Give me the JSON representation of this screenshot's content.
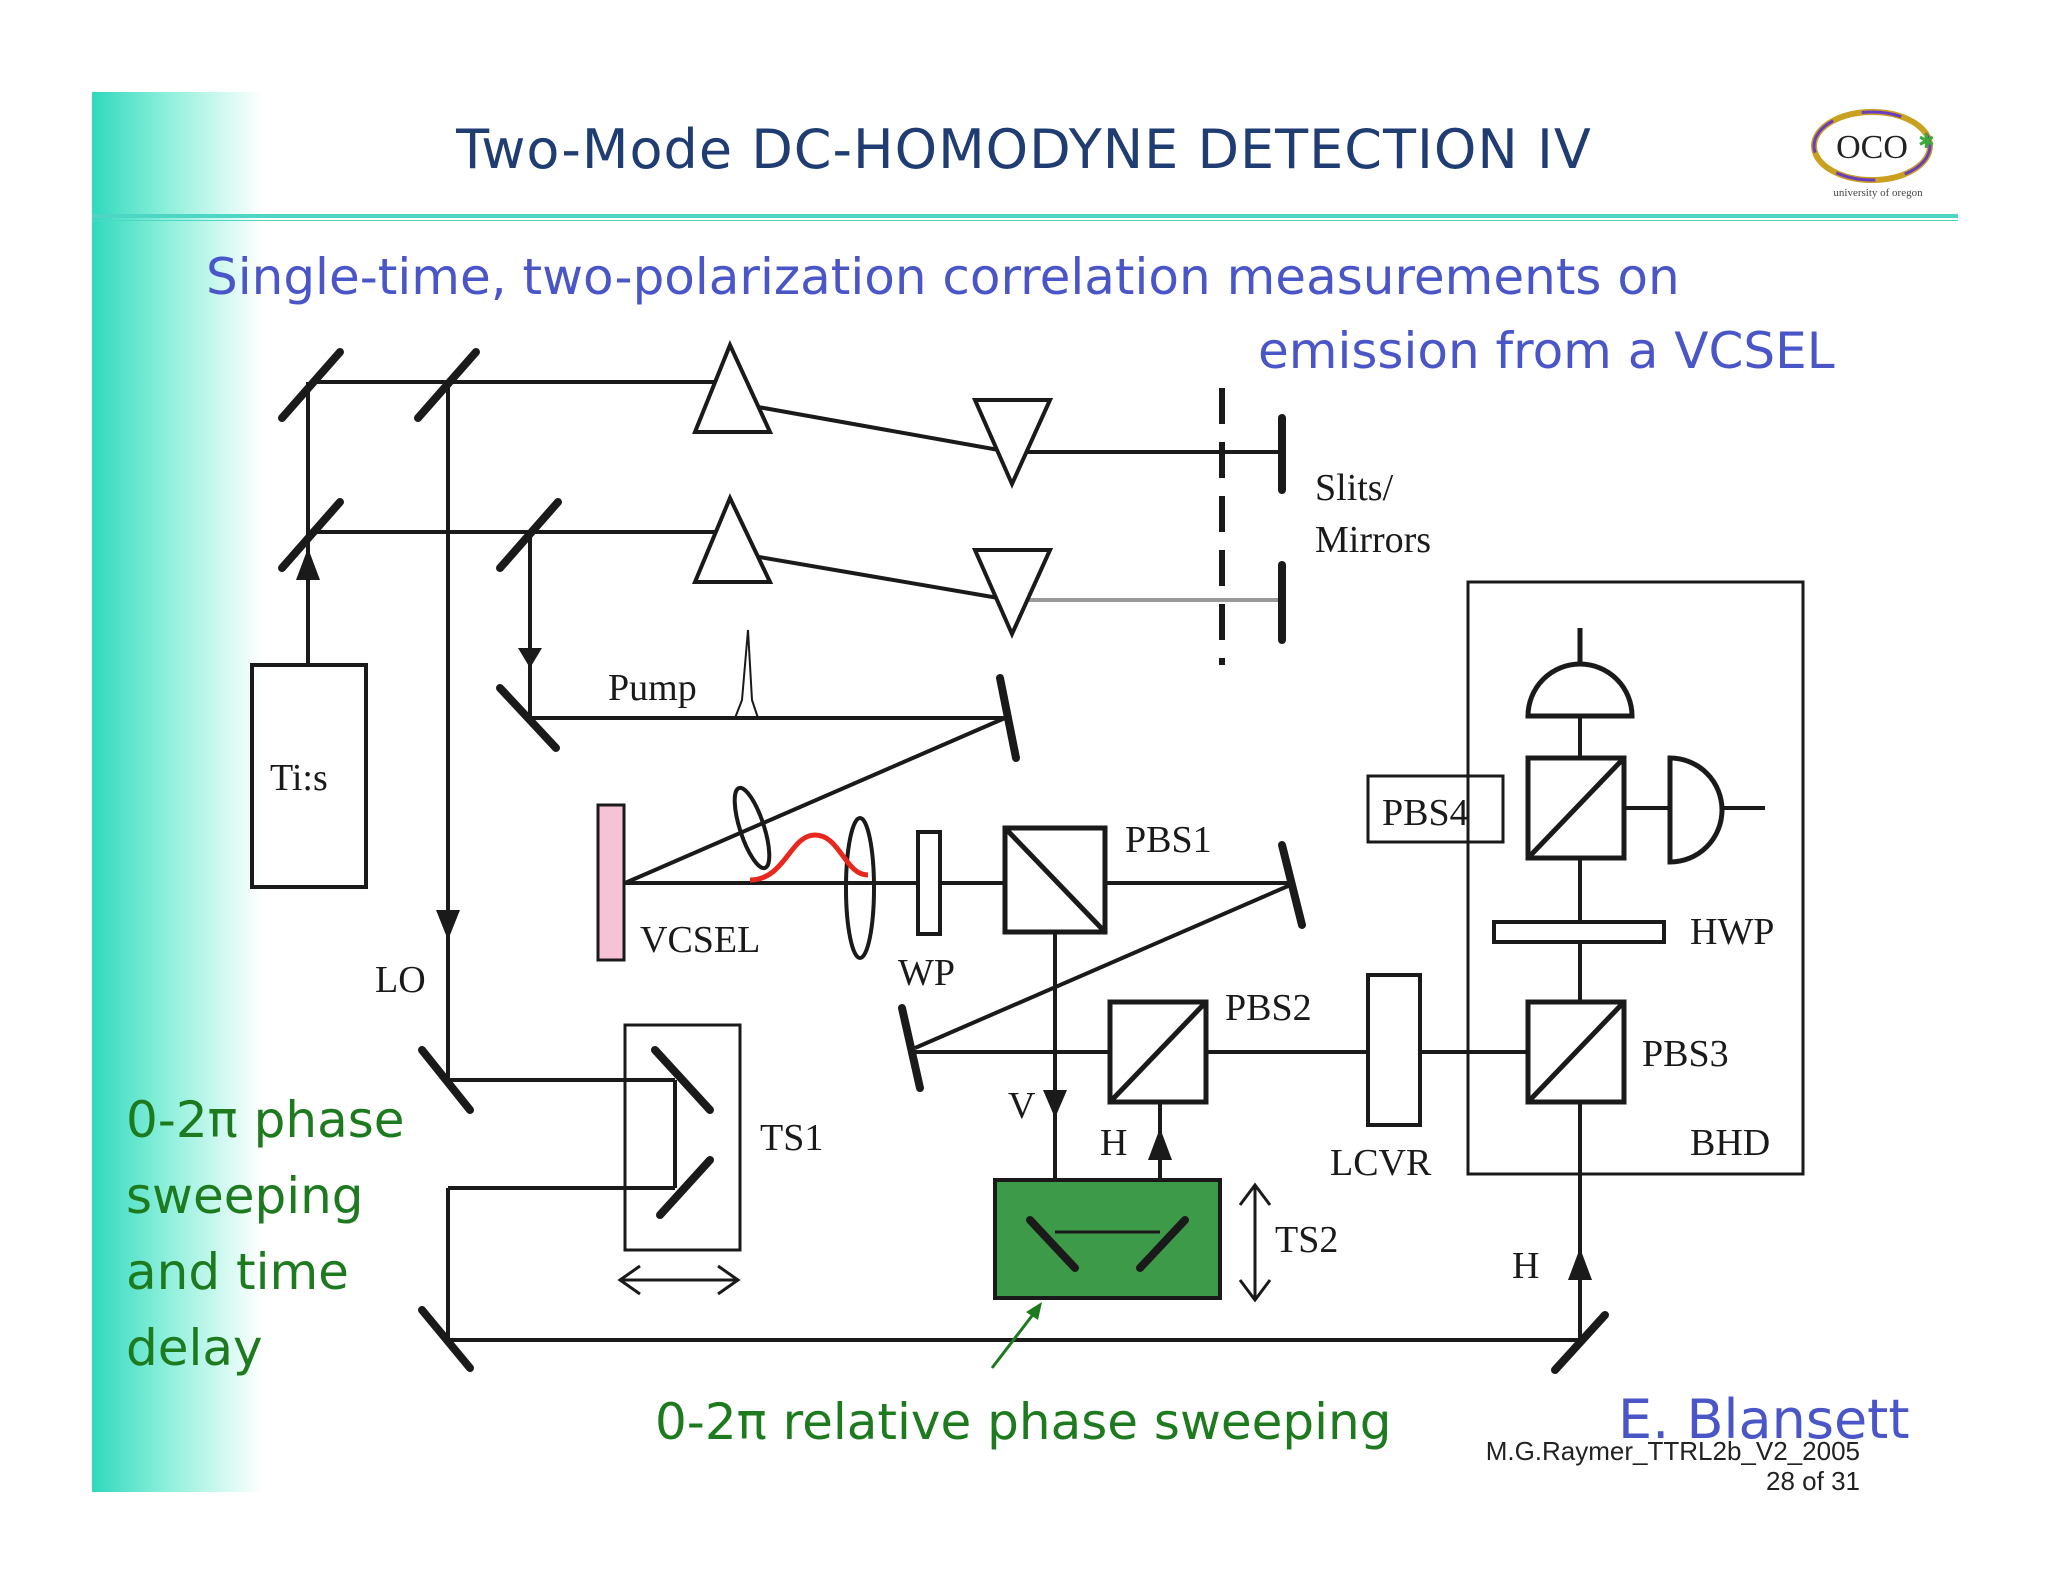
{
  "header": {
    "title": "Two-Mode DC-HOMODYNE DETECTION IV",
    "logo_text": "OCO",
    "logo_subtext": "university of oregon"
  },
  "subtitle": {
    "line1": "Single-time, two-polarization correlation measurements on",
    "line2": "emission from a VCSEL"
  },
  "diagram": {
    "labels": {
      "slits": "Slits/",
      "mirrors": "Mirrors",
      "pump": "Pump",
      "tis": "Ti:s",
      "vcsel": "VCSEL",
      "wp": "WP",
      "pbs1": "PBS1",
      "pbs2": "PBS2",
      "pbs3": "PBS3",
      "pbs4": "PBS4",
      "hwp": "HWP",
      "lo": "LO",
      "ts1": "TS1",
      "ts2": "TS2",
      "lcvr": "LCVR",
      "bhd": "BHD",
      "v": "V",
      "h_top": "H",
      "h_bottom": "H"
    },
    "colors": {
      "line": "#1a1a1a",
      "vcsel_fill": "#f5c2d6",
      "pulse": "#e8281e",
      "ts2_fill": "#3c9a48"
    }
  },
  "notes": {
    "phase_sweep_lines": [
      "0-2π phase",
      "sweeping",
      "and time",
      "delay"
    ],
    "relative_phase": "0-2π relative phase sweeping",
    "author": "E. Blansett"
  },
  "footer": {
    "source": "M.G.Raymer_TTRL2b_V2_2005",
    "page": "28 of 31"
  }
}
